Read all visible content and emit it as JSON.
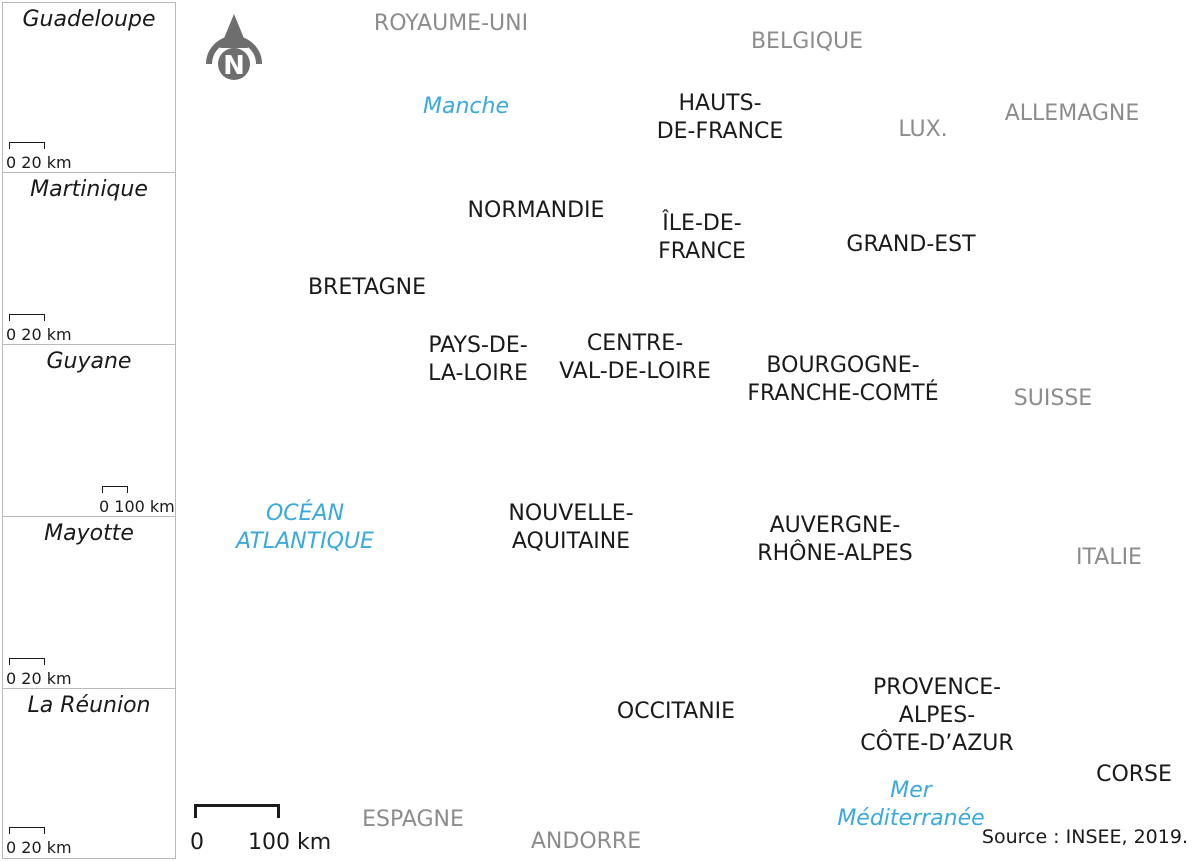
{
  "insets": [
    {
      "name": "Guadeloupe",
      "scale": "0  20 km"
    },
    {
      "name": "Martinique",
      "scale": "0  20 km"
    },
    {
      "name": "Guyane",
      "scale": "0 100 km"
    },
    {
      "name": "Mayotte",
      "scale": "0  20 km"
    },
    {
      "name": "La Réunion",
      "scale": "0  20 km"
    }
  ],
  "north_letter": "N",
  "colors": {
    "region": "#1a1a1a",
    "country": "#8c8c8c",
    "water": "#3aa9dc",
    "north_arrow": "#6e6e6e"
  },
  "countries": {
    "royaume_uni": "ROYAUME-UNI",
    "belgique": "BELGIQUE",
    "lux": "LUX.",
    "allemagne": "ALLEMAGNE",
    "suisse": "SUISSE",
    "italie": "ITALIE",
    "espagne": "ESPAGNE",
    "andorre": "ANDORRE"
  },
  "waters": {
    "manche": "Manche",
    "ocean_1": "OCÉAN",
    "ocean_2": "ATLANTIQUE",
    "mer_1": "Mer",
    "mer_2": "Méditerranée"
  },
  "regions": {
    "hdf_1": "HAUTS-",
    "hdf_2": "DE-FRANCE",
    "normandie": "NORMANDIE",
    "idf_1": "ÎLE-DE-",
    "idf_2": "FRANCE",
    "grand_est": "GRAND-EST",
    "bretagne": "BRETAGNE",
    "pdl_1": "PAYS-DE-",
    "pdl_2": "LA-LOIRE",
    "cvl_1": "CENTRE-",
    "cvl_2": "VAL-DE-LOIRE",
    "bfc_1": "BOURGOGNE-",
    "bfc_2": "FRANCHE-COMTÉ",
    "na_1": "NOUVELLE-",
    "na_2": "AQUITAINE",
    "ara_1": "AUVERGNE-",
    "ara_2": "RHÔNE-ALPES",
    "occitanie": "OCCITANIE",
    "paca_1": "PROVENCE-",
    "paca_2": "ALPES-",
    "paca_3": "CÔTE-D’AZUR",
    "corse": "CORSE"
  },
  "scale": {
    "zero": "0",
    "hundred": "100 km"
  },
  "source": "Source : INSEE, 2019."
}
